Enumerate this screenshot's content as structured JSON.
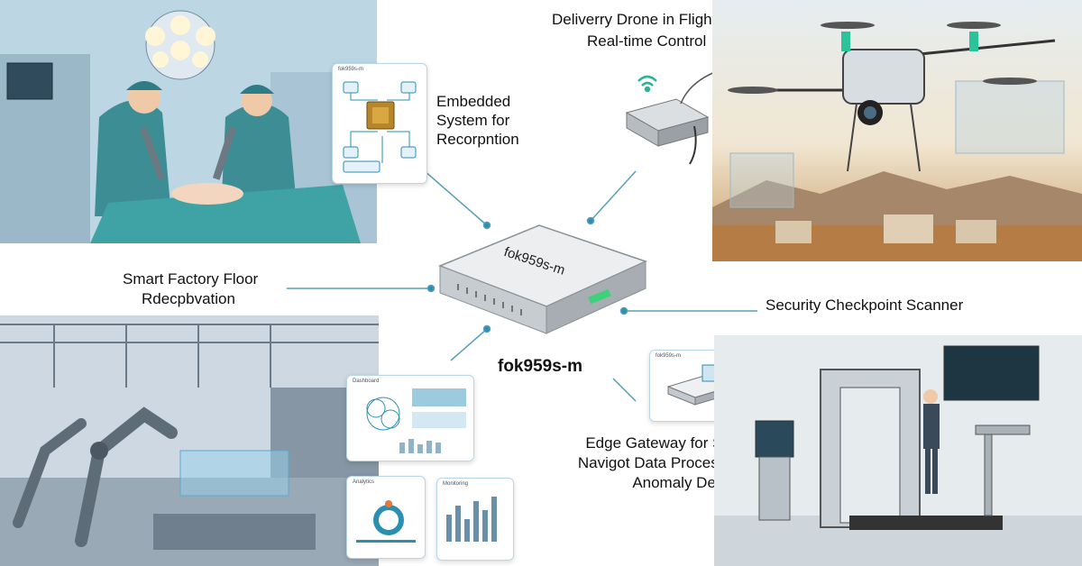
{
  "device": {
    "label_on_box": "fok959s-m",
    "name": "fok959s-m"
  },
  "panels": {
    "surgery": {
      "card_title": "fok959s-m",
      "caption_lines": [
        "Embedded",
        "System for",
        "Recorpntion"
      ]
    },
    "drone": {
      "title": "Deliverry Drone in Flight",
      "subtitle": "Real-time Control"
    },
    "factory": {
      "title": "Smart Factory Floor",
      "subtitle": "Rdecpbvation",
      "card_titles": [
        "Dashboard",
        "Analytics",
        "Monitoring"
      ]
    },
    "security": {
      "title": "Security Checkpoint Scanner",
      "card_title": "fok959s-m",
      "caption_lines": [
        "Edge Gateway for Sensor",
        "Navigot Data Processing &",
        "Anomaly Detection"
      ]
    }
  },
  "colors": {
    "connector": "#5a9db8",
    "accent_teal": "#2a8fb0",
    "led_green": "#3fd07a"
  },
  "icons": [
    "chip-icon",
    "wifi-icon",
    "drone-icon",
    "robot-arm-icon",
    "scanner-icon"
  ]
}
